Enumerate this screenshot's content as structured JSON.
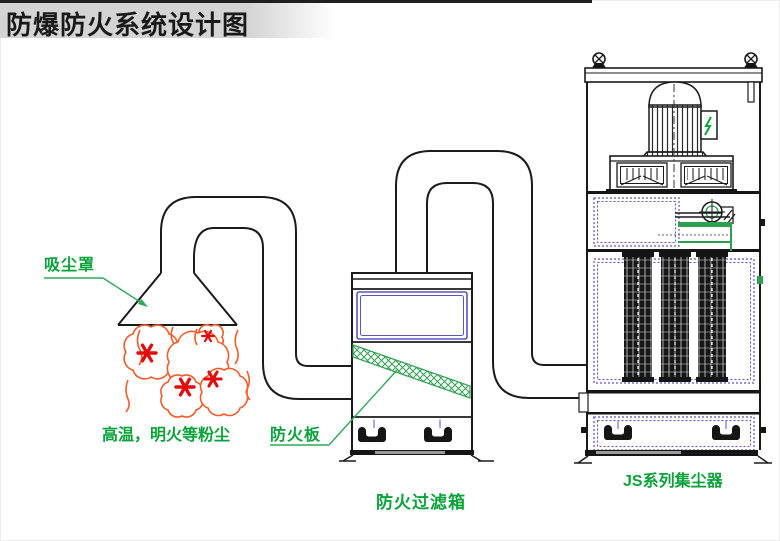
{
  "title": "防爆防火系统设计图",
  "labels": {
    "hood": "吸尘罩",
    "dust_source": "高温，明火等粉尘",
    "fire_board": "防火板",
    "fire_filter_box": "防火过滤箱",
    "dust_collector": "JS系列集尘器"
  },
  "colors": {
    "label_green": "#0aa23a",
    "leader_green": "#2fa85a",
    "hatch_green": "#2fa050",
    "frame_blue": "#5a57bd",
    "cloud_orange": "#f25c2a",
    "spark_red": "#e10d0d",
    "line_dark": "#1b1b1b",
    "title_bg": "#d4d4d4",
    "title_bar": "#202020"
  }
}
